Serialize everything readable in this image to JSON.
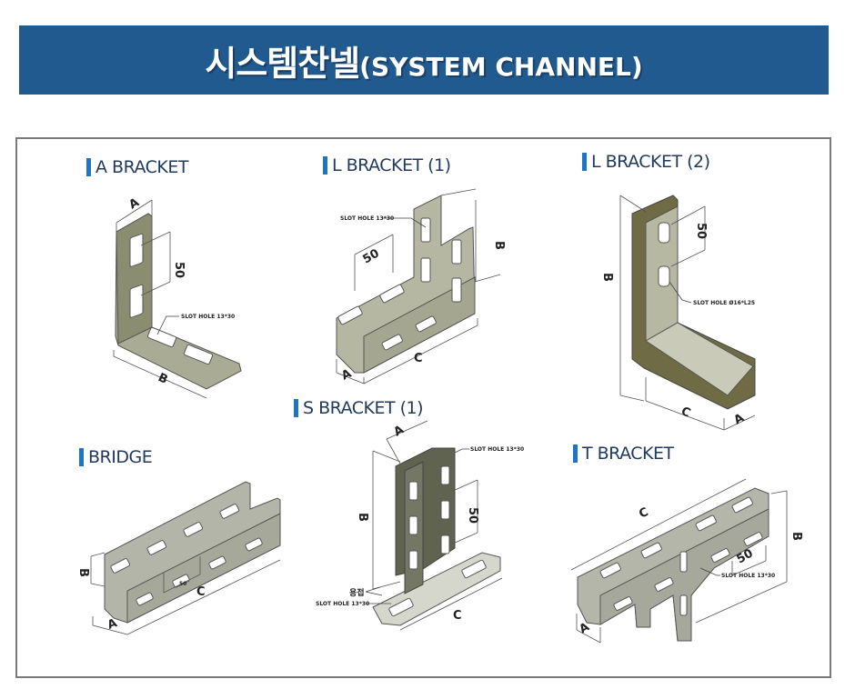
{
  "header": {
    "title_ko": "시스템찬넬",
    "title_en": "(SYSTEM CHANNEL)",
    "banner_color": "#215a8e"
  },
  "parts": [
    {
      "name": "A BRACKET",
      "dims": {
        "a": "A",
        "b": "B",
        "pitch": "50"
      },
      "note": "SLOT HOLE 13*30"
    },
    {
      "name": "L BRACKET (1)",
      "dims": {
        "a": "A",
        "b": "B",
        "c": "C",
        "pitch": "50"
      },
      "note": "SLOT HOLE 13*30"
    },
    {
      "name": "L BRACKET (2)",
      "dims": {
        "a": "A",
        "b": "B",
        "c": "C",
        "pitch": "50"
      },
      "note": "SLOT HOLE Ø16*L25"
    },
    {
      "name": "BRIDGE",
      "dims": {
        "a": "A",
        "b": "B",
        "c": "C",
        "pitch": "50"
      }
    },
    {
      "name": "S BRACKET (1)",
      "dims": {
        "a": "A",
        "b": "B",
        "c": "C",
        "pitch": "50"
      },
      "note": "SLOT HOLE 13*30",
      "note_base": "SLOT HOLE 13*30",
      "weld_label": "용접"
    },
    {
      "name": "T BRACKET",
      "dims": {
        "a": "A",
        "b": "B",
        "c": "C",
        "pitch": "50"
      },
      "note": "SLOT HOLE 13*30"
    }
  ],
  "accent_color": "#1e74c8"
}
